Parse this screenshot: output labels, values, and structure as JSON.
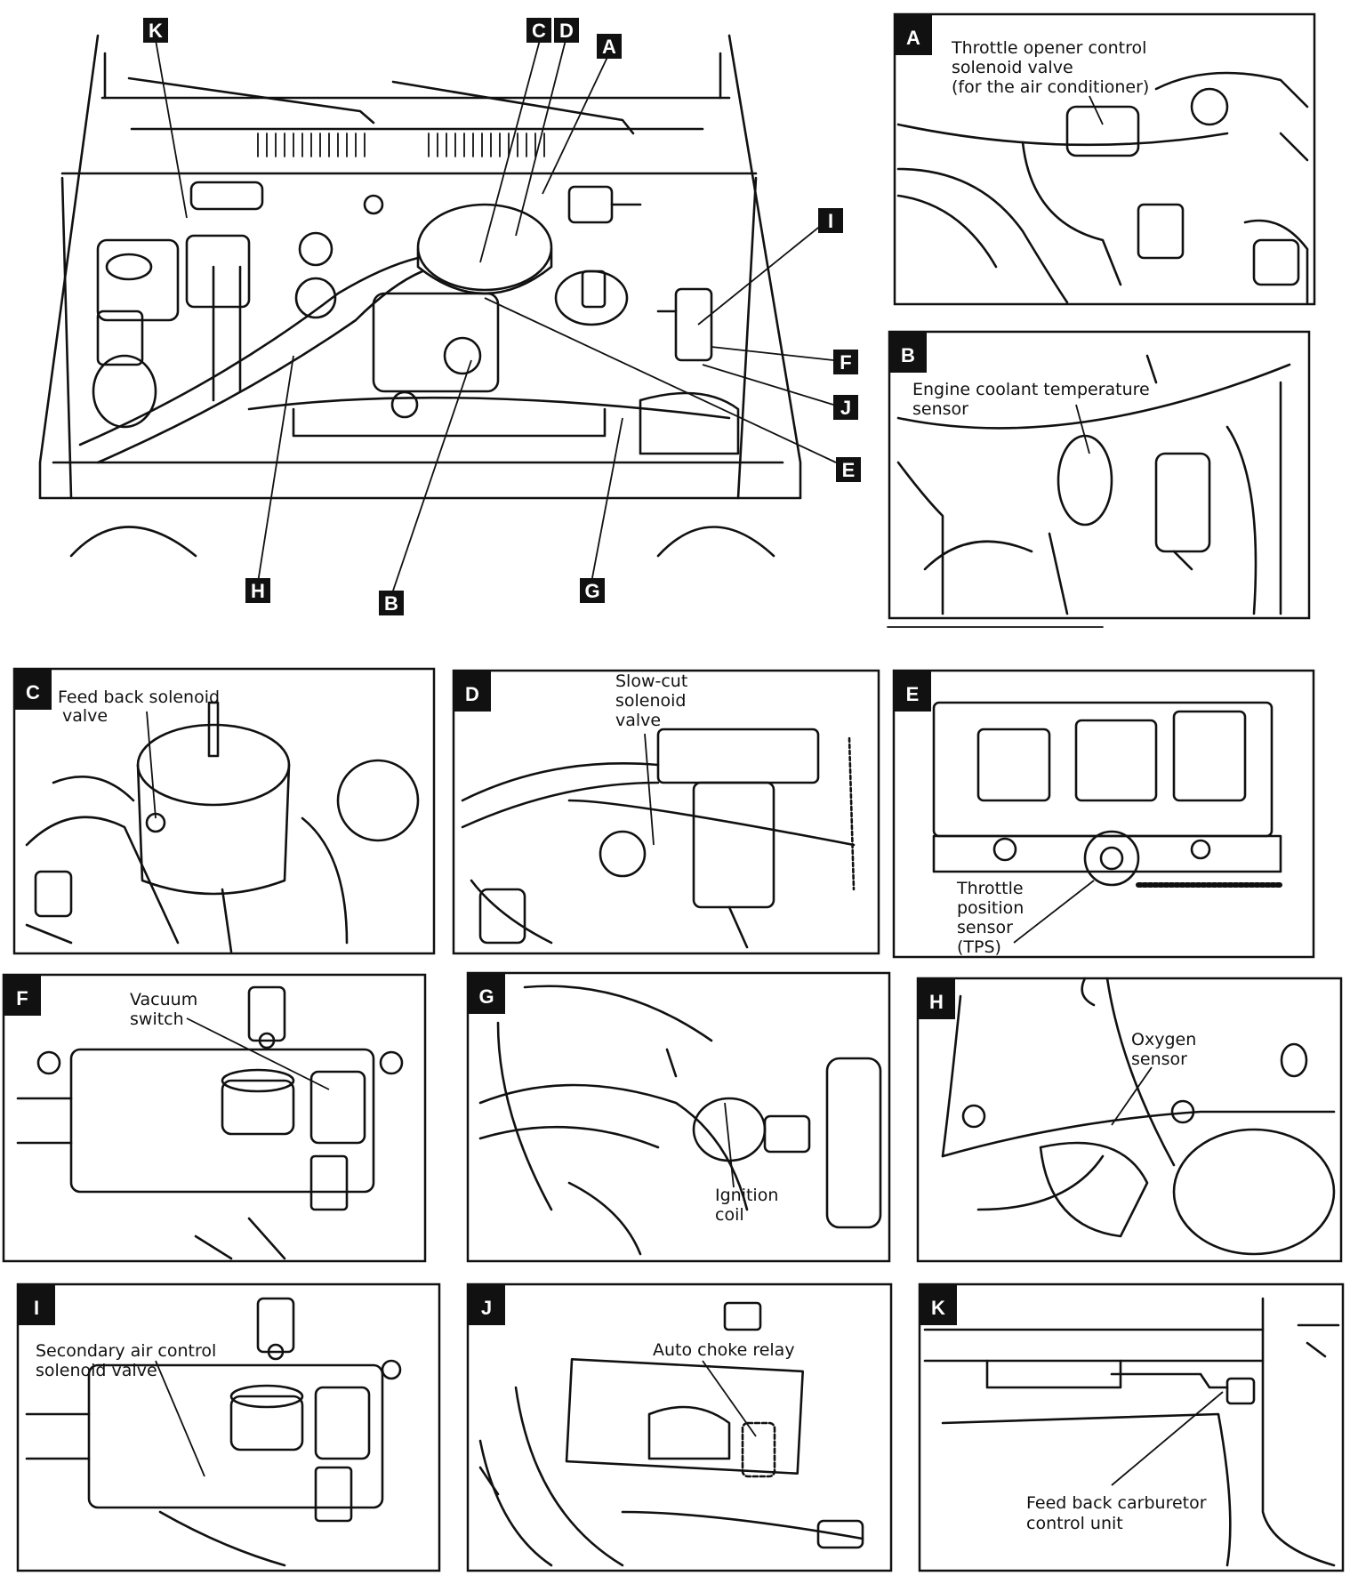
{
  "overview": {
    "callouts": [
      "K",
      "C",
      "D",
      "A",
      "I",
      "F",
      "J",
      "E",
      "H",
      "B",
      "G"
    ]
  },
  "panels": [
    {
      "letter": "A",
      "caption_lines": [
        "Throttle opener control",
        "solenoid valve",
        "(for the air conditioner)"
      ]
    },
    {
      "letter": "B",
      "caption_lines": [
        "Engine coolant temperature",
        "sensor"
      ]
    },
    {
      "letter": "C",
      "caption_lines": [
        "Feed back solenoid",
        "valve"
      ]
    },
    {
      "letter": "D",
      "caption_lines": [
        "Slow-cut",
        "solenoid",
        "valve"
      ]
    },
    {
      "letter": "E",
      "caption_lines": [
        "Throttle",
        "position",
        "sensor",
        "(TPS)"
      ]
    },
    {
      "letter": "F",
      "caption_lines": [
        "Vacuum",
        "switch"
      ]
    },
    {
      "letter": "G",
      "caption_lines": [
        "Ignition",
        "coil"
      ]
    },
    {
      "letter": "H",
      "caption_lines": [
        "Oxygen",
        "sensor"
      ]
    },
    {
      "letter": "I",
      "caption_lines": [
        "Secondary air control",
        "solenoid valve"
      ]
    },
    {
      "letter": "J",
      "caption_lines": [
        "Auto choke relay"
      ]
    },
    {
      "letter": "K",
      "caption_lines": [
        "Feed back carburetor",
        "control unit"
      ]
    }
  ]
}
